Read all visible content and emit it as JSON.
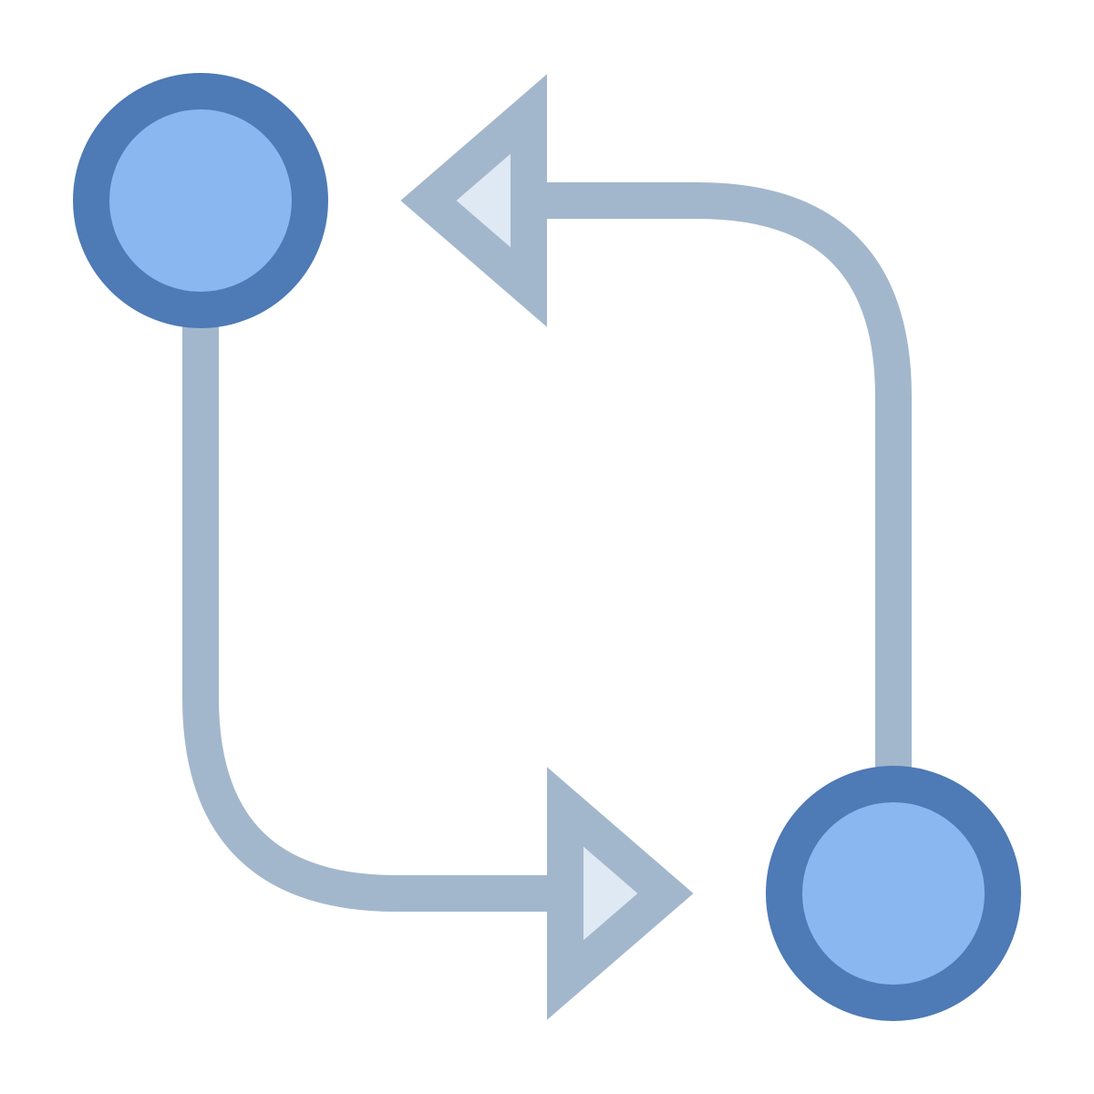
{
  "icon": {
    "name": "exchange-arrows-icon",
    "colors": {
      "background": "#ffffff",
      "node_fill": "#8bb7f0",
      "node_stroke": "#4e7ab5",
      "connector_stroke": "#a3b7cc",
      "arrow_fill": "#dfe9f3",
      "arrow_stroke": "#a3b7cc"
    },
    "nodes": [
      {
        "name": "start-node"
      },
      {
        "name": "end-node"
      }
    ],
    "arrows": [
      {
        "name": "arrow-right",
        "direction": "right"
      },
      {
        "name": "arrow-left",
        "direction": "left"
      }
    ]
  }
}
